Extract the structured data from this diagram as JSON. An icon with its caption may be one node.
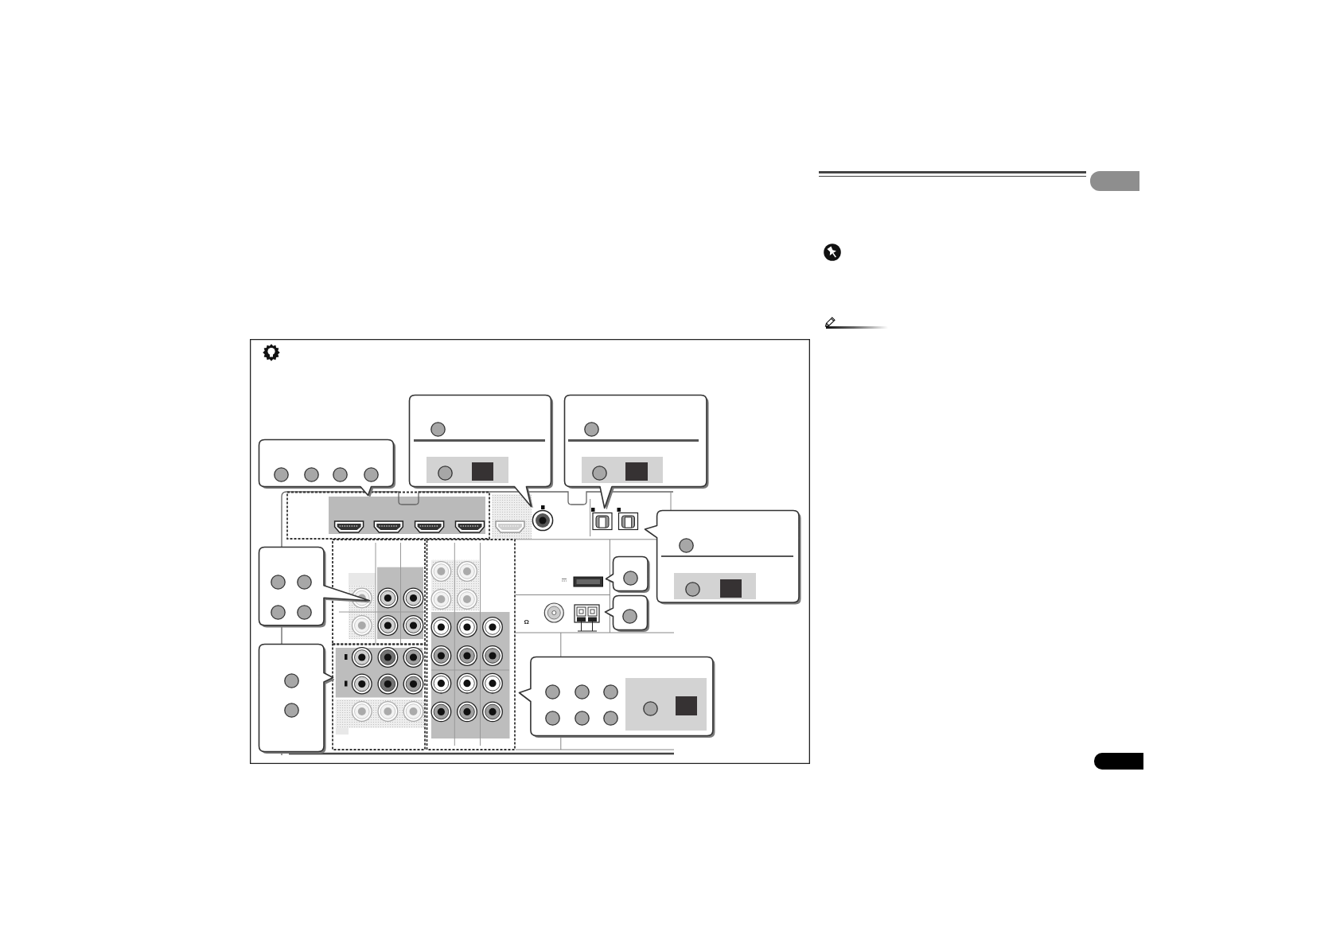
{
  "diagram": {
    "nodes": [
      {
        "text": [],
        "shape": "box"
      },
      {
        "text": [],
        "shape": "callout",
        "in": 0
      },
      {
        "text": [],
        "shape": "callout",
        "in": 0
      },
      {
        "text": [],
        "shape": "callout",
        "in": 0
      },
      {
        "text": [],
        "shape": "callout",
        "in": 0
      },
      {
        "text": [],
        "shape": "callout",
        "in": 0
      },
      {
        "text": [],
        "shape": "callout",
        "in": 0
      },
      {
        "text": [],
        "shape": "callout",
        "in": 0
      },
      {
        "text": [],
        "shape": "callout",
        "in": 0
      },
      {
        "text": [],
        "shape": "callout",
        "in": 0
      }
    ],
    "labels": [
      "Ω"
    ]
  }
}
